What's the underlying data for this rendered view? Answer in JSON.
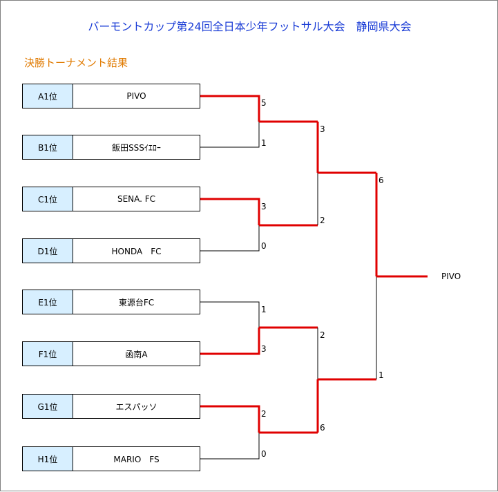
{
  "title": "バーモントカップ第24回全日本少年フットサル大会　静岡県大会",
  "subtitle": "決勝トーナメント結果",
  "teams": [
    {
      "rank": "A1位",
      "name": "PIVO"
    },
    {
      "rank": "B1位",
      "name": "飯田SSSｲｴﾛｰ"
    },
    {
      "rank": "C1位",
      "name": "SENA. FC"
    },
    {
      "rank": "D1位",
      "name": "HONDA　FC"
    },
    {
      "rank": "E1位",
      "name": "東源台FC"
    },
    {
      "rank": "F1位",
      "name": "函南A"
    },
    {
      "rank": "G1位",
      "name": "エスパッソ"
    },
    {
      "rank": "H1位",
      "name": "MARIO　FS"
    }
  ],
  "round1": [
    {
      "top_score": "5",
      "bottom_score": "1",
      "winner": "top"
    },
    {
      "top_score": "3",
      "bottom_score": "0",
      "winner": "top"
    },
    {
      "top_score": "1",
      "bottom_score": "3",
      "winner": "bottom"
    },
    {
      "top_score": "2",
      "bottom_score": "0",
      "winner": "top"
    }
  ],
  "round2": [
    {
      "top_score": "3",
      "bottom_score": "2",
      "winner": "top"
    },
    {
      "top_score": "2",
      "bottom_score": "6",
      "winner": "bottom"
    }
  ],
  "final": {
    "top_score": "6",
    "bottom_score": "1",
    "winner": "top"
  },
  "champion": "PIVO",
  "colors": {
    "win_line": "#e00000",
    "lose_line": "#000000",
    "title": "#1a3cd6",
    "subtitle": "#e07a00",
    "rank_bg": "#d7efff"
  }
}
